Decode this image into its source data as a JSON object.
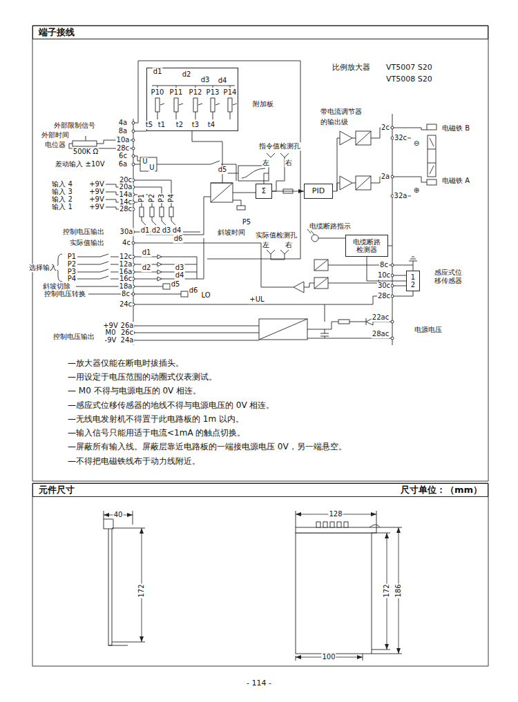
{
  "diagram": {
    "nodes": [
      {
        "text": [
          "端子接线"
        ]
      },
      {
        "text": [
          "附加板"
        ]
      },
      {
        "text": [
          "Σ"
        ]
      },
      {
        "text": [
          "PID"
        ]
      },
      {
        "text": [
          "电缆断路 检测器"
        ]
      },
      {
        "text": [
          "1",
          "2",
          "感应式位 移传感器"
        ]
      },
      {
        "text": [
          "元件尺寸",
          "尺寸单位：（mm）"
        ]
      }
    ],
    "edges": [
      {
        "from": 2,
        "to": 3,
        "arrow": "to"
      },
      {
        "from": 5,
        "to": 4,
        "arrow": "none"
      }
    ],
    "labels": [
      "比例放大器",
      "VT5007 S20",
      "VT5008 S20",
      "d1",
      "d2",
      "d3",
      "d4",
      "P10",
      "P11",
      "P12",
      "P13",
      "P14",
      "t5",
      "t1",
      "t2",
      "t3",
      "t4",
      "外部限制信号",
      "4a",
      "8a",
      "外部时间",
      "电位器",
      "10a",
      "500K Ω",
      "28c",
      "6c",
      "差动输入 ±10V",
      "6a",
      "U",
      "U",
      "d5",
      "指令值检测孔",
      "左",
      "右",
      "20c",
      "输入 4",
      "+9V",
      "20a",
      "输入 3",
      "+9V",
      "14a",
      "输入 2",
      "+9V",
      "14c",
      "输入 1",
      "+9V",
      "28c",
      "P1",
      "P2",
      "P3",
      "P4",
      "d1",
      "d2",
      "d3",
      "d4",
      "P5",
      "斜坡时间",
      "带电流调节器",
      "的输出级",
      "2c",
      "32c",
      "电磁铁 B",
      "⊖",
      "2a",
      "电磁铁 A",
      "⊕",
      "32a",
      "电缆断路指示",
      "控制电压输出",
      "30a",
      "d6",
      "实际值输出",
      "4c",
      "实际值检测孔",
      "左",
      "右",
      "选择输入",
      "P1",
      "P2",
      "P3",
      "P4",
      "斜坡切除",
      "控制电压转换",
      "12c",
      "12a",
      "16a",
      "16c",
      "18a",
      "8c",
      "24c",
      "d1",
      "d2",
      "d3",
      "d4",
      "d5",
      "d6",
      "LO",
      "8c",
      "10c",
      "30c",
      "28c",
      "+UL",
      "+9V",
      "26a",
      "M0",
      "26c",
      "-9V",
      "24a",
      "控制电压输出",
      "22ac",
      "电源电压",
      "28ac",
      "—放大器仅能在断电时拔插头。",
      "—用设定于电压范围的动圈式仪表测试。",
      "— M0 不得与电源电压的 0V 相连。",
      "—感应式位移传感器的地线不得与电源电压的 0V 相连。",
      "—无线电发射机不得置于此电路板的 1m 以内。",
      "—输入信号只能用适于电流<1mA 的触点切换。",
      "—屏蔽所有输入线。屏蔽层靠近电路板的一端接电源电压 0V，另一端悬空。",
      "—不得把电磁铁线布于动力线附近。",
      "40",
      "172",
      "128",
      "172",
      "186",
      "100",
      "- 114 -"
    ]
  }
}
